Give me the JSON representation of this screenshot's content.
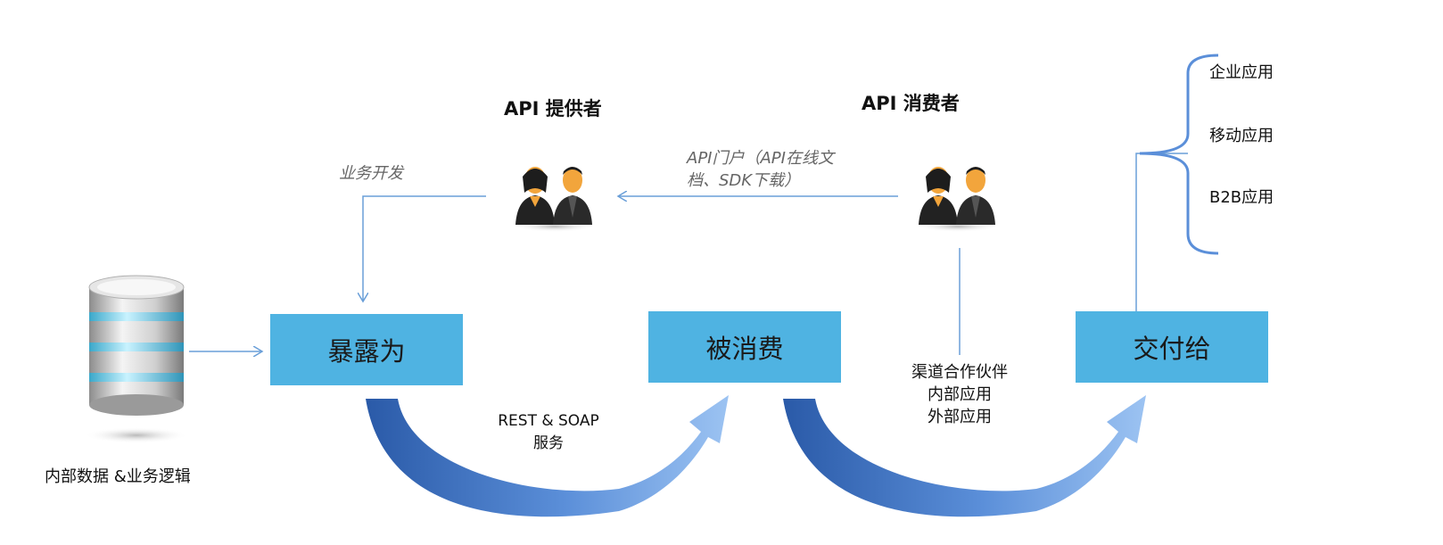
{
  "provider": {
    "title": "API 提供者"
  },
  "consumer": {
    "title": "API 消费者"
  },
  "labels": {
    "business_dev": "业务开发",
    "portal_line1": "API门户（API在线文",
    "portal_line2": "档、SDK下载）",
    "data_source": "内部数据 &业务逻辑",
    "rest_line1": "REST & SOAP",
    "rest_line2": "服务",
    "channels": [
      "渠道合作伙伴",
      "内部应用",
      "外部应用"
    ]
  },
  "boxes": {
    "expose": "暴露为",
    "consume": "被消费",
    "deliver": "交付给"
  },
  "deliver_targets": [
    "企业应用",
    "移动应用",
    "B2B应用"
  ],
  "icons": {
    "database": "database-icon",
    "people": "people-icon",
    "arrow": "curved-arrow-icon"
  },
  "colors": {
    "box": "#4fb3e2",
    "line": "#6a9fd8",
    "arrow_dark": "#2a5aa8",
    "arrow_light": "#86b4ee"
  }
}
